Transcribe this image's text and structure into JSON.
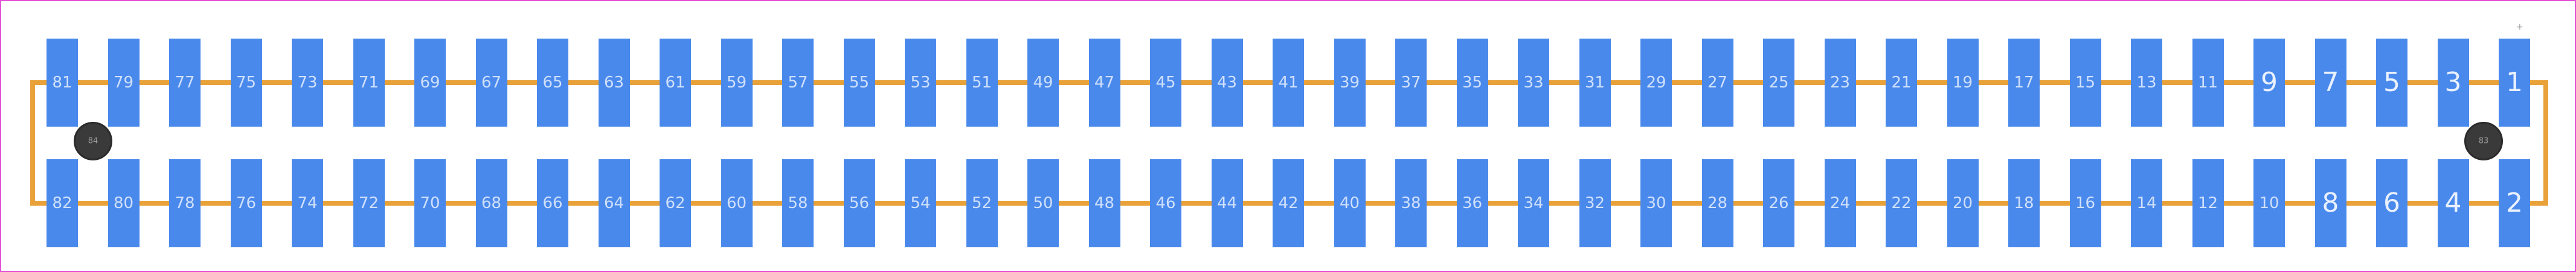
{
  "top_row_pins": [
    "81",
    "79",
    "77",
    "75",
    "73",
    "71",
    "69",
    "67",
    "65",
    "63",
    "61",
    "59",
    "57",
    "55",
    "53",
    "51",
    "49",
    "47",
    "45",
    "43",
    "41",
    "39",
    "37",
    "35",
    "33",
    "31",
    "29",
    "27",
    "25",
    "23",
    "21",
    "19",
    "17",
    "15",
    "13",
    "11",
    "9",
    "7",
    "5",
    "3",
    "1"
  ],
  "bottom_row_pins": [
    "82",
    "80",
    "78",
    "76",
    "74",
    "72",
    "70",
    "68",
    "66",
    "64",
    "62",
    "60",
    "58",
    "56",
    "54",
    "52",
    "50",
    "48",
    "46",
    "44",
    "42",
    "40",
    "38",
    "36",
    "34",
    "32",
    "30",
    "28",
    "26",
    "24",
    "22",
    "20",
    "18",
    "16",
    "14",
    "12",
    "10",
    "8",
    "6",
    "4",
    "2"
  ],
  "mounting_holes": [
    {
      "label": "84",
      "side": "left"
    },
    {
      "label": "83",
      "side": "right"
    }
  ],
  "pin1_marker": "+",
  "colors": {
    "pad": "#4a89ec",
    "outline": "#e9a23a",
    "hole": "#3a3a3a",
    "frame": "#e44fd6"
  }
}
